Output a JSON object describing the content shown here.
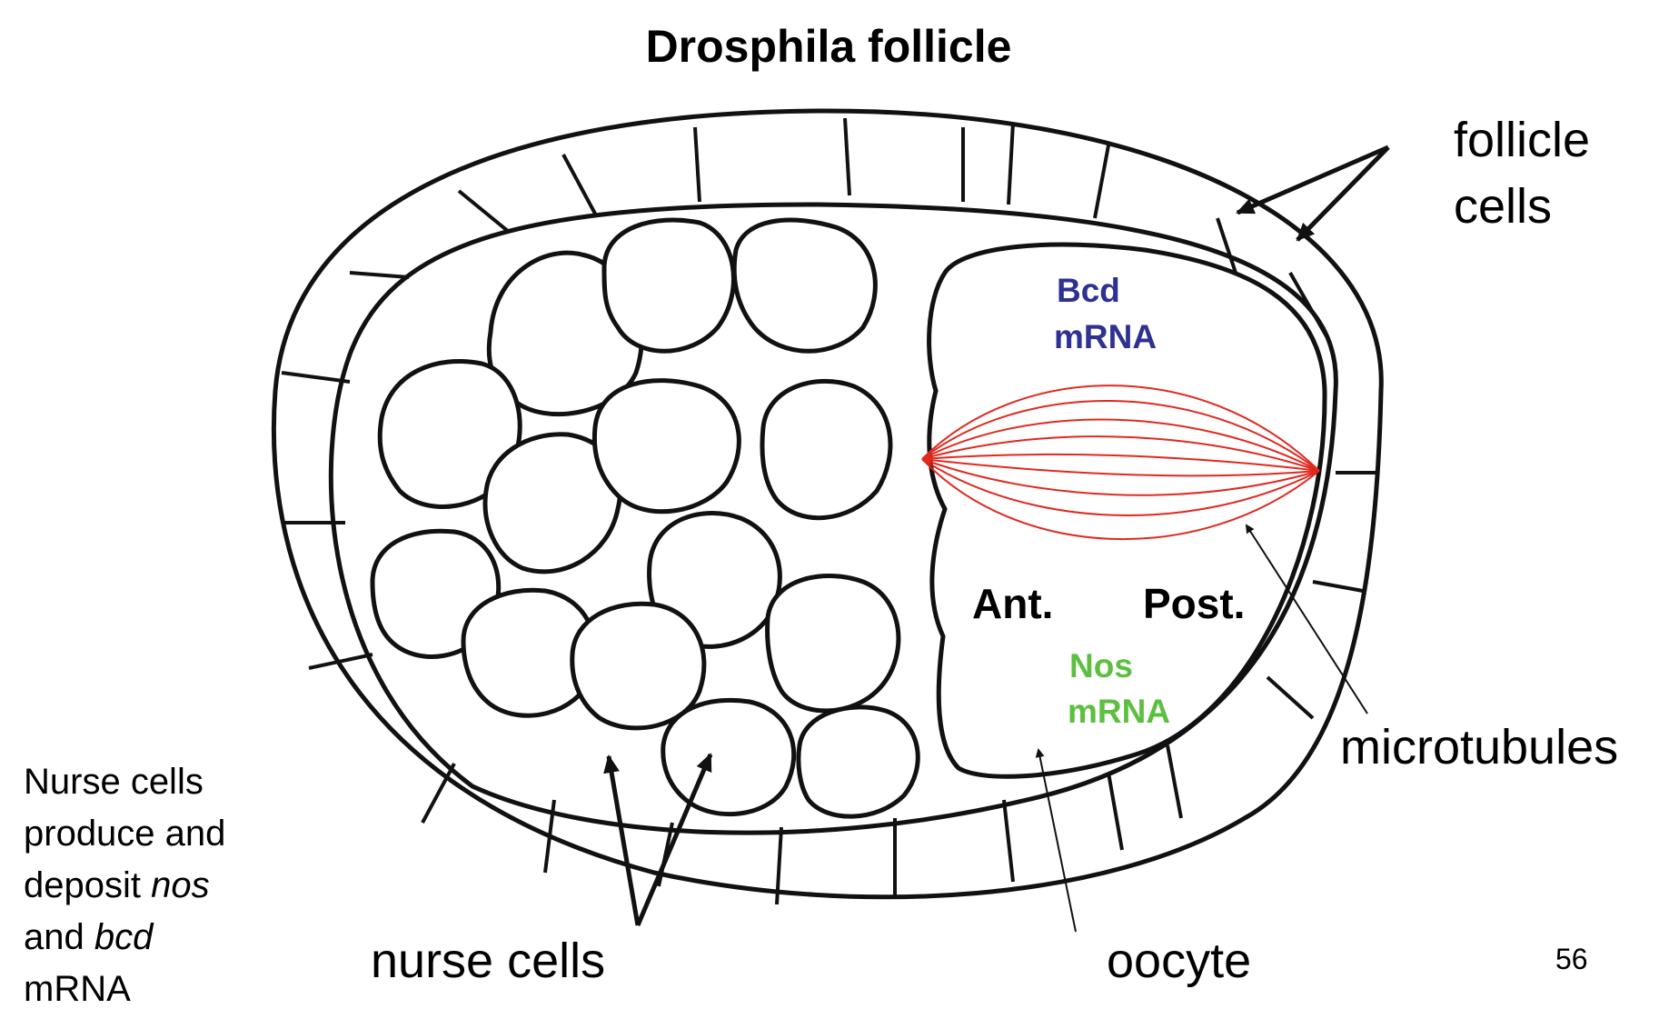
{
  "title": "Drosphila follicle",
  "labels": {
    "follicle_cells": [
      "follicle",
      "cells"
    ],
    "bcd_mrna": [
      "Bcd",
      "mRNA"
    ],
    "nos_mrna": [
      "Nos",
      "mRNA"
    ],
    "anterior": "Ant.",
    "posterior": "Post.",
    "microtubules": "microtubules",
    "nurse_cells": "nurse cells",
    "oocyte": "oocyte"
  },
  "side_note": {
    "line1": "Nurse cells",
    "line2": "produce and",
    "line3_prefix": "deposit ",
    "line3_italic": "nos",
    "line4_prefix": "and ",
    "line4_italic": "bcd",
    "line5": "mRNA"
  },
  "page_number": "56",
  "colors": {
    "outline": "#111111",
    "microtubules": "#e0291f",
    "bcd_label": "#2e3192",
    "nos_label": "#5cbf40"
  }
}
